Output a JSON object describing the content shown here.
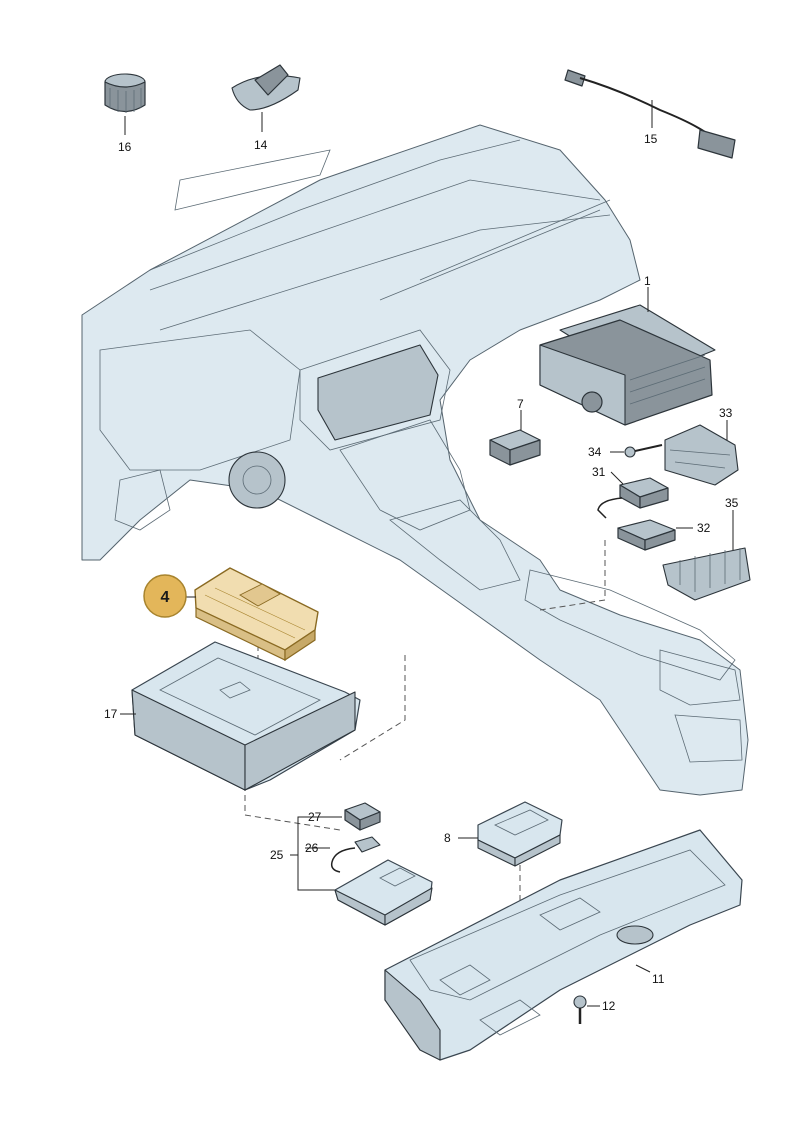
{
  "colors": {
    "highlight_fill": "#e3b65a",
    "highlight_stroke": "#a8842e",
    "highlight_part": "#f1ddb0",
    "part_fill": "#d8e6ee",
    "line": "#3a4650"
  },
  "highlight_label": "4",
  "callouts": {
    "c1": "1",
    "c7": "7",
    "c8": "8",
    "c11": "11",
    "c12": "12",
    "c14": "14",
    "c15": "15",
    "c16": "16",
    "c17": "17",
    "c25": "25",
    "c26": "26",
    "c27": "27",
    "c31": "31",
    "c32": "32",
    "c33": "33",
    "c34": "34",
    "c35": "35"
  }
}
